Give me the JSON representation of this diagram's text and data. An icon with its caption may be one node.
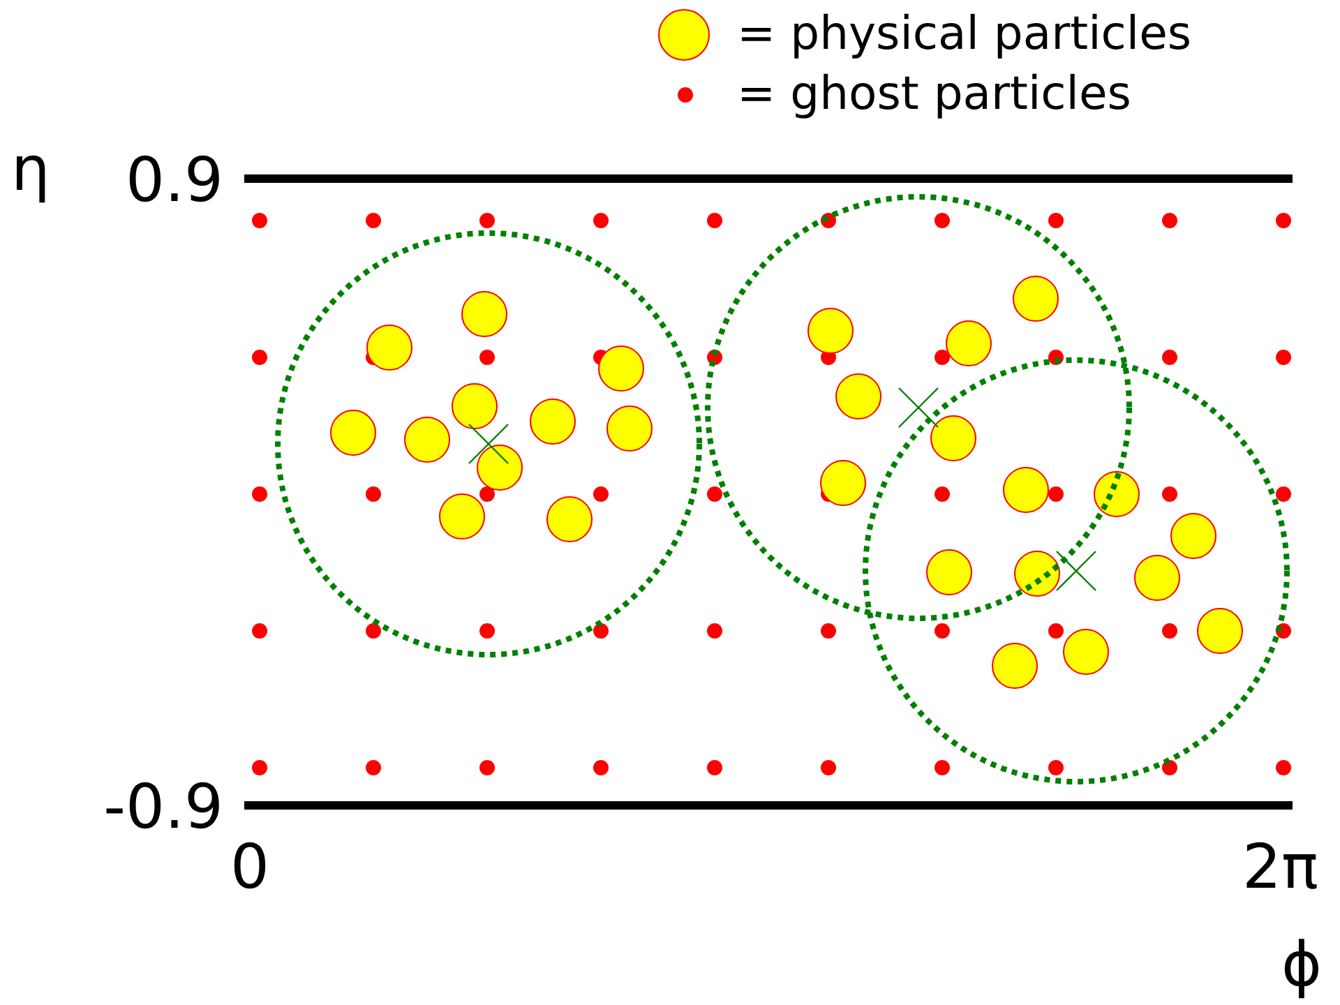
{
  "diagram": {
    "labels": [
      "η",
      "0.9",
      "-0.9",
      "0",
      "2π",
      "ϕ"
    ],
    "legend": [
      {
        "text": "= physical particles"
      },
      {
        "text": "= ghost particles"
      }
    ]
  }
}
